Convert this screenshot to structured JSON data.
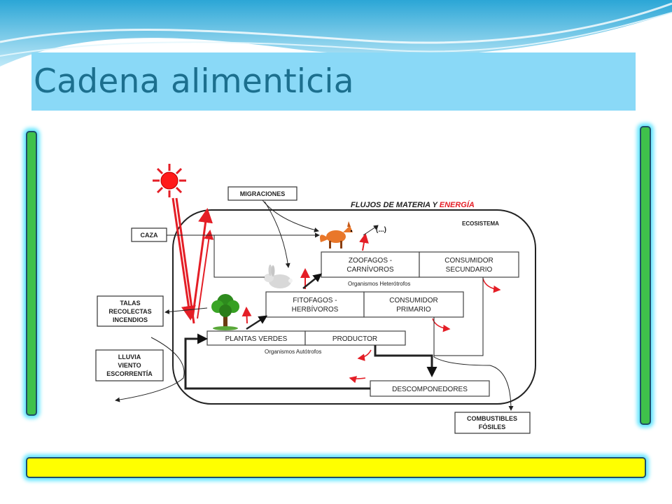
{
  "slide": {
    "title": "Cadena alimenticia"
  },
  "colors": {
    "title_bg": "#8ad9f7",
    "title_text": "#1c6f8e",
    "side_bars": "#3fc14b",
    "bottom_bar": "#ffff00",
    "glow": "#66e6ff",
    "sun": "#ff1a1a",
    "energy": "#e41e26"
  },
  "diagram": {
    "heading_part1": "FLUJOS DE MATERIA Y ",
    "heading_part2": "ENERGÍA",
    "ecosystem_label": "ECOSISTEMA",
    "migraciones": "MIGRACIONES",
    "caza": "CAZA",
    "talas": [
      "TALAS",
      "RECOLECTAS",
      "INCENDIOS"
    ],
    "lluvia": [
      "LLUVIA",
      "VIENTO",
      "ESCORRENTÍA"
    ],
    "ellipsis": "(...)",
    "zoofagos": [
      "ZOOFAGOS -",
      "CARNÍVOROS"
    ],
    "consumidor_secundario": [
      "CONSUMIDOR",
      "SECUNDARIO"
    ],
    "heterotrofos": "Organismos Heterótrofos",
    "fitofagos": [
      "FITOFAGOS -",
      "HERBÍVOROS"
    ],
    "consumidor_primario": [
      "CONSUMIDOR",
      "PRIMARIO"
    ],
    "plantas_verdes": "PLANTAS VERDES",
    "productor": "PRODUCTOR",
    "autotrofos": "Organismos Autótrofos",
    "descomponedores": "DESCOMPONEDORES",
    "combustibles": [
      "COMBUSTIBLES",
      "FÓSILES"
    ],
    "icons": [
      "sun-icon",
      "fox-icon",
      "rabbit-icon",
      "tree-icon"
    ]
  }
}
